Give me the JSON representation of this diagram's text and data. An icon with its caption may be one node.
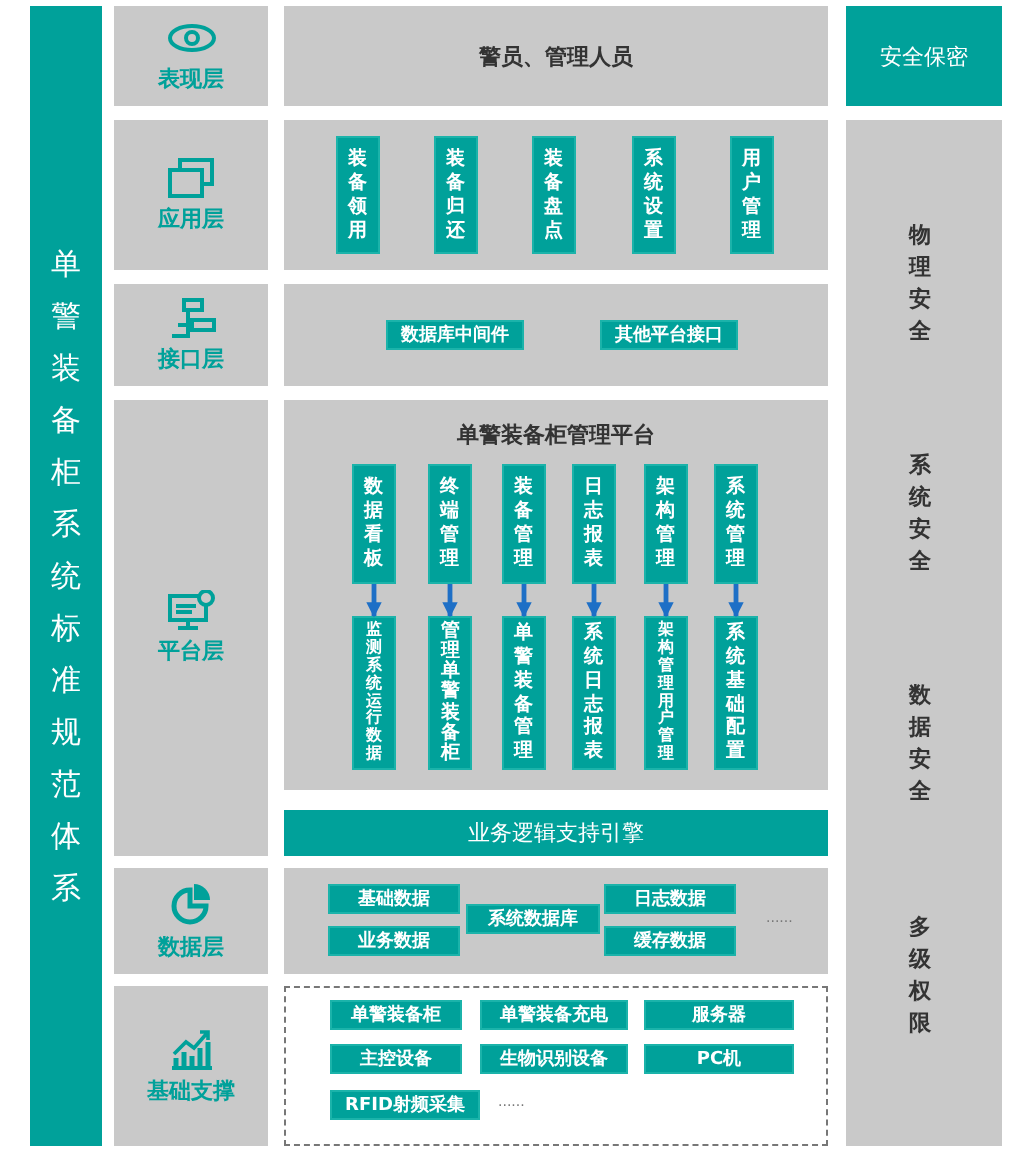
{
  "diagram": {
    "nodes": [
      {
        "text": [
          "单警装备柜系统标准规范体系"
        ]
      },
      {
        "text": [
          "表现层"
        ]
      },
      {
        "text": [
          "警员、管理人员"
        ]
      },
      {
        "text": [
          "安全保密"
        ]
      },
      {
        "text": [
          "物理安全",
          "系统安全",
          "数据安全",
          "多级权限"
        ]
      },
      {
        "text": [
          "应用层"
        ]
      },
      {
        "text": [],
        "shape": "box"
      },
      {
        "text": [
          "装备领用"
        ],
        "in": 6
      },
      {
        "text": [
          "装备归还"
        ],
        "in": 6
      },
      {
        "text": [
          "装备盘点"
        ],
        "in": 6
      },
      {
        "text": [
          "系统设置"
        ],
        "in": 6
      },
      {
        "text": [
          "用户管理"
        ],
        "in": 6
      },
      {
        "text": [
          "接口层"
        ]
      },
      {
        "text": [],
        "shape": "box"
      },
      {
        "text": [
          "数据库中间件"
        ],
        "in": 13
      },
      {
        "text": [
          "其他平台接口"
        ],
        "in": 13
      },
      {
        "text": [
          "平台层"
        ]
      },
      {
        "text": [
          "单警装备柜管理平台"
        ]
      },
      {
        "text": [
          "数据看板"
        ],
        "in": 17
      },
      {
        "text": [
          "终端管理"
        ],
        "in": 17
      },
      {
        "text": [
          "装备管理"
        ],
        "in": 17
      },
      {
        "text": [
          "日志报表"
        ],
        "in": 17
      },
      {
        "text": [
          "架构管理"
        ],
        "in": 17
      },
      {
        "text": [
          "系统管理"
        ],
        "in": 17
      },
      {
        "text": [
          "监测系统运行数据"
        ],
        "in": 17
      },
      {
        "text": [
          "管理单警装备柜"
        ],
        "in": 17
      },
      {
        "text": [
          "单警装备管理"
        ],
        "in": 17
      },
      {
        "text": [
          "系统日志报表"
        ],
        "in": 17
      },
      {
        "text": [
          "架构管理用户管理"
        ],
        "in": 17
      },
      {
        "text": [
          "系统基础配置"
        ],
        "in": 17
      },
      {
        "text": [
          "业务逻辑支持引擎"
        ]
      },
      {
        "text": [
          "数据层"
        ]
      },
      {
        "text": [],
        "shape": "box"
      },
      {
        "text": [
          "基础数据"
        ],
        "in": 32
      },
      {
        "text": [
          "业务数据"
        ],
        "in": 32
      },
      {
        "text": [
          "系统数据库"
        ],
        "in": 32
      },
      {
        "text": [
          "日志数据"
        ],
        "in": 32
      },
      {
        "text": [
          "缓存数据"
        ],
        "in": 32
      },
      {
        "text": [
          "基础支撑"
        ]
      },
      {
        "text": [],
        "shape": "box"
      },
      {
        "text": [
          "单警装备柜"
        ],
        "in": 39
      },
      {
        "text": [
          "单警装备充电"
        ],
        "in": 39
      },
      {
        "text": [
          "服务器"
        ],
        "in": 39
      },
      {
        "text": [
          "主控设备"
        ],
        "in": 39
      },
      {
        "text": [
          "生物识别设备"
        ],
        "in": 39
      },
      {
        "text": [
          "PC机"
        ],
        "in": 39
      },
      {
        "text": [
          "RFID射频采集"
        ],
        "in": 39
      }
    ],
    "edges": [
      {
        "from": 18,
        "to": 24,
        "arrow": "to"
      },
      {
        "from": 19,
        "to": 25,
        "arrow": "to"
      },
      {
        "from": 20,
        "to": 26,
        "arrow": "to"
      },
      {
        "from": 21,
        "to": 27,
        "arrow": "to"
      },
      {
        "from": 22,
        "to": 28,
        "arrow": "to"
      },
      {
        "from": 23,
        "to": 29,
        "arrow": "to"
      }
    ],
    "labels": [
      "......",
      "......"
    ]
  }
}
